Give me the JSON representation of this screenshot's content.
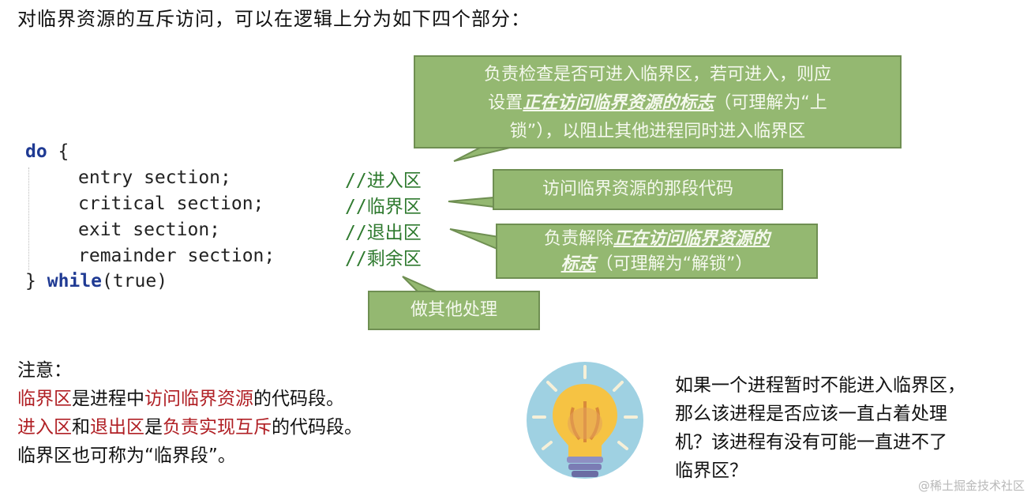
{
  "heading": "对临界资源的互斥访问，可以在逻辑上分为如下四个部分：",
  "code": {
    "do_kw": "do",
    "open_brace": " {",
    "lines": [
      "entry section;",
      "critical section;",
      "exit section;",
      "remainder section;"
    ],
    "close_brace": "}",
    "while_kw": "while",
    "while_rest": "(true)",
    "comments": [
      "//进入区",
      "//临界区",
      "//退出区",
      "//剩余区"
    ]
  },
  "callouts": {
    "entry": {
      "text1": "负责检查是否可进入临界区，若可进入，则应",
      "text2a": "设置",
      "text2em": "正在访问临界资源的标志",
      "text2b": "（可理解为“上",
      "text3": "锁”），以阻止其他进程同时进入临界区"
    },
    "critical": "访问临界资源的那段代码",
    "exit": {
      "text1a": "负责解除",
      "text1em": "正在访问临界资源的",
      "text2em": "标志",
      "text2b": "（可理解为“解锁”）"
    },
    "remainder": "做其他处理"
  },
  "note": {
    "title": "注意：",
    "line1_red1": "临界区",
    "line1_mid": "是进程中",
    "line1_red2": "访问临界资源",
    "line1_end": "的代码段。",
    "line2_red1": "进入区",
    "line2_mid1": "和",
    "line2_red2": "退出区",
    "line2_mid2": "是",
    "line2_red3": "负责实现互斥",
    "line2_end": "的代码段。",
    "line3": "临界区也可称为“临界段”。"
  },
  "question": {
    "line1": "如果一个进程暂时不能进入临界区，",
    "line2": "那么该进程是否应该一直占着处理",
    "line3": "机？该进程有没有可能一直进不了",
    "line4": "临界区？"
  },
  "watermark": "@稀土掘金技术社区",
  "colors": {
    "callout_fill": "#94b871",
    "keyword": "#1f3a93",
    "comment": "#2f7a2f",
    "emphasis_red": "#b01f24",
    "bulb_bg": "#9fd1e2",
    "bulb_glow": "#f6c343"
  }
}
